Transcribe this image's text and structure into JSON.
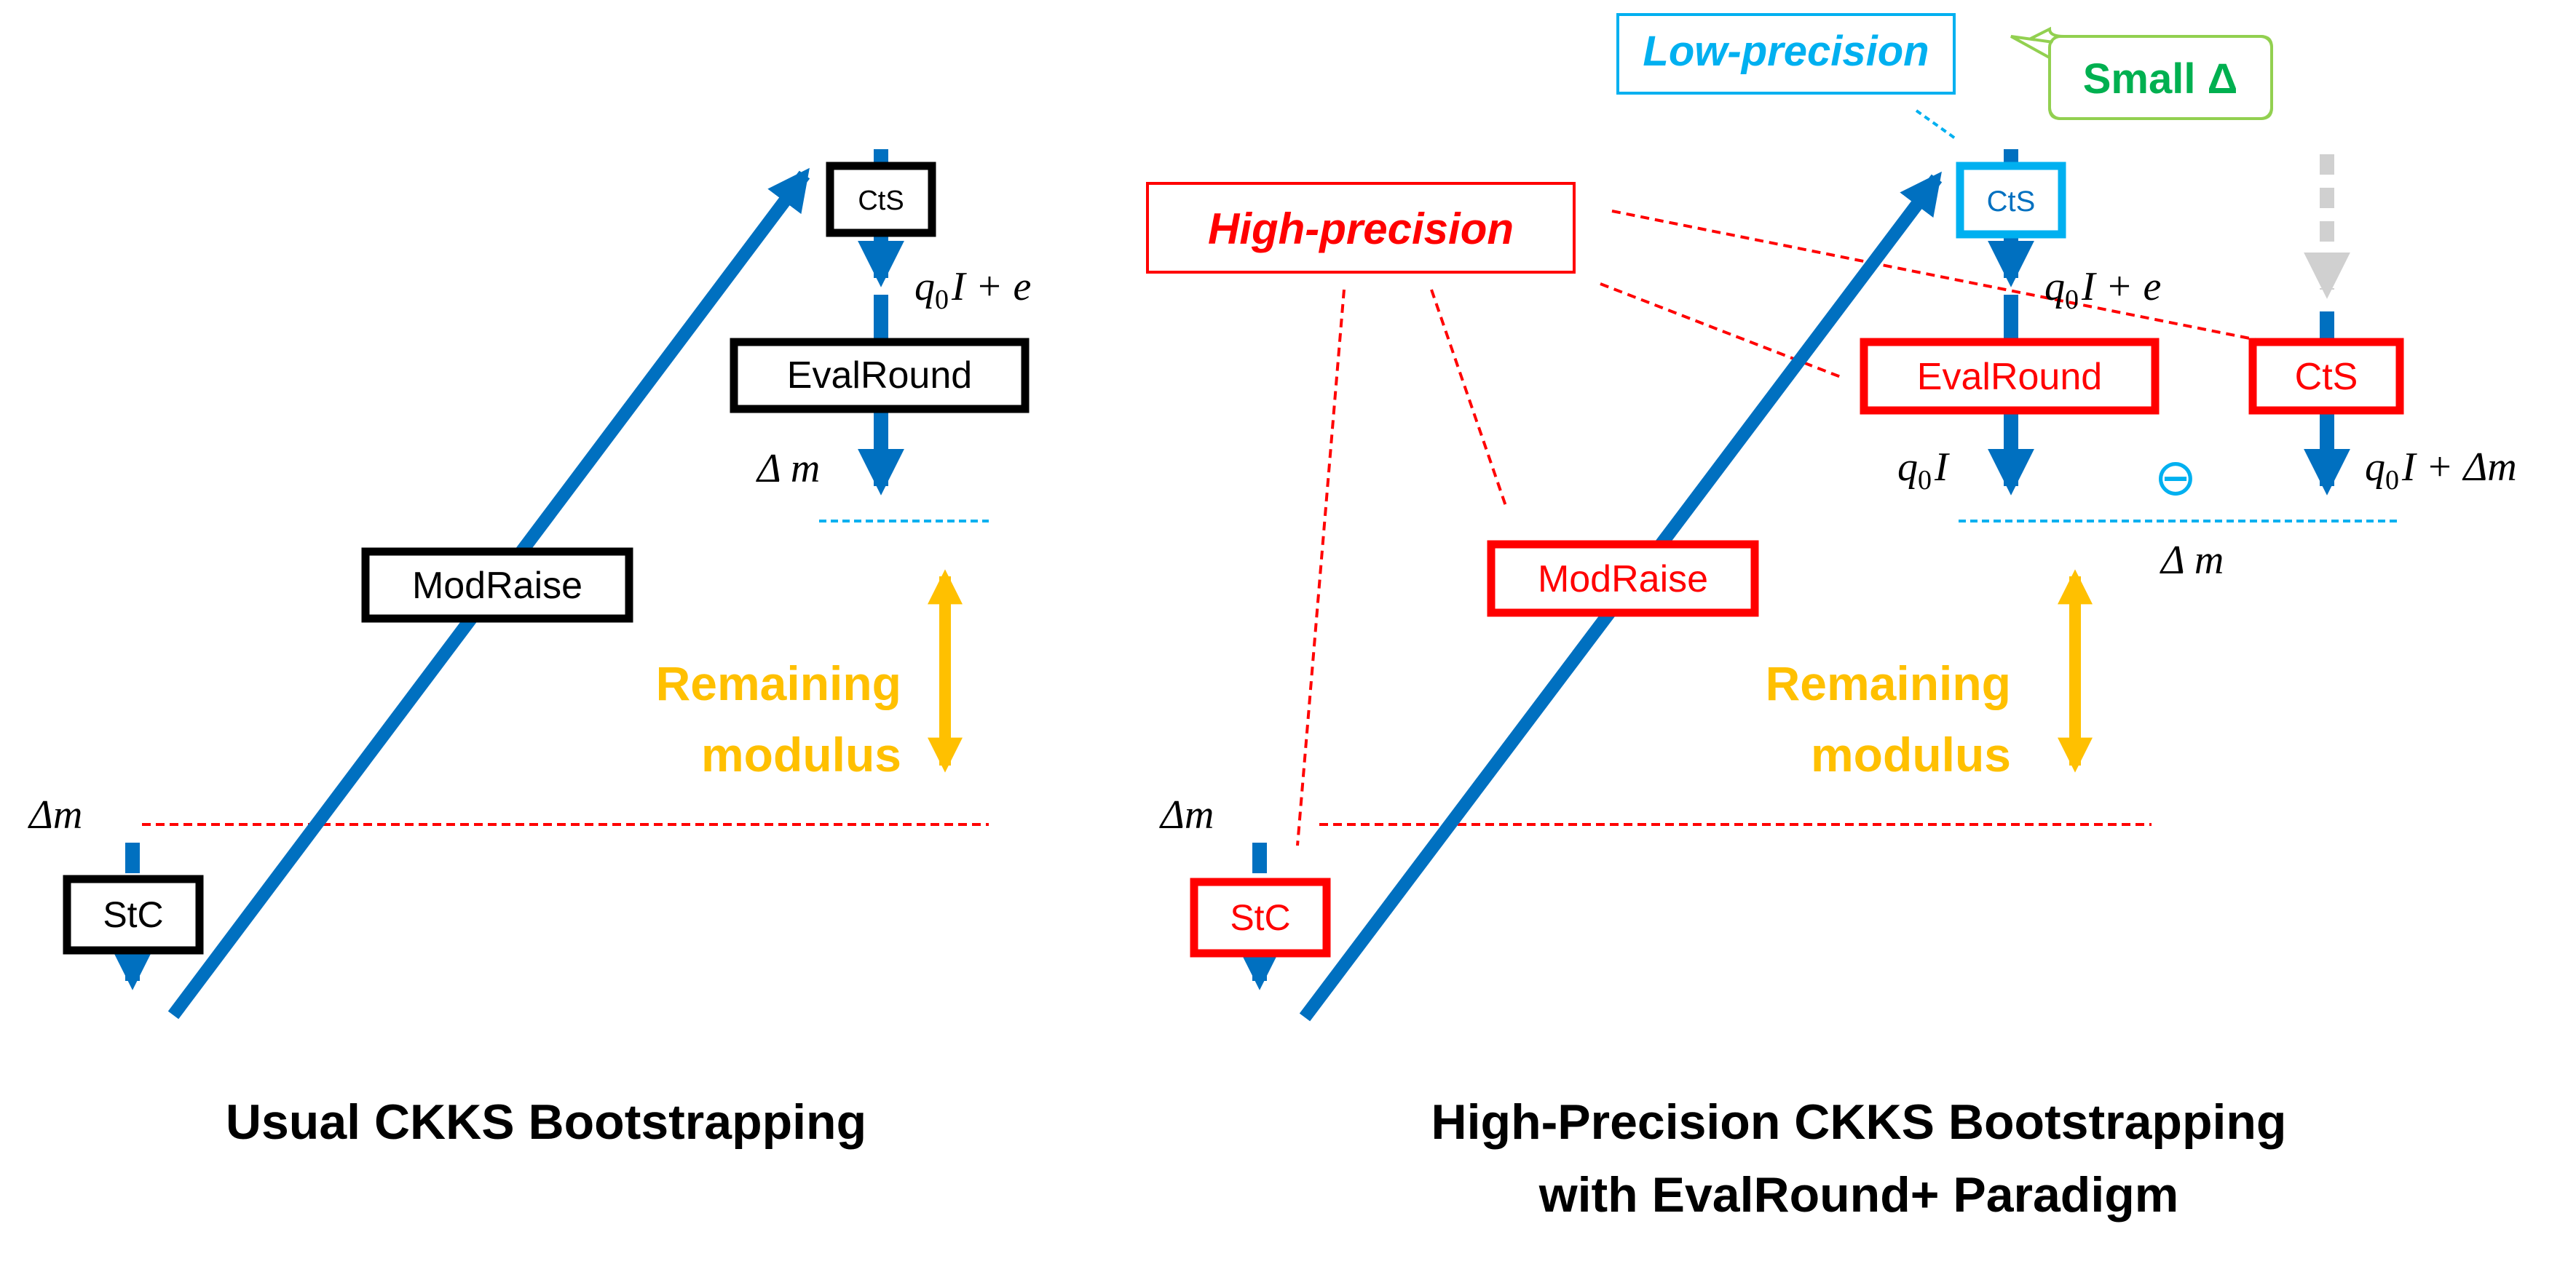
{
  "left_panel": {
    "title": "Usual CKKS Bootstrapping",
    "boxes": {
      "cts": "CtS",
      "evalround": "EvalRound",
      "modraise": "ModRaise",
      "stc": "StC"
    },
    "labels": {
      "q0_var": "q",
      "q0_sub": "0",
      "q0_rest": "I + e",
      "delta_m_top": "Δ m",
      "delta_m_bottom": "Δm",
      "remaining_line1": "Remaining",
      "remaining_line2": "modulus"
    }
  },
  "right_panel": {
    "title_line1": "High-Precision CKKS Bootstrapping",
    "title_line2": "with EvalRound+ Paradigm",
    "boxes": {
      "cts_low": "CtS",
      "evalround": "EvalRound",
      "cts_high": "CtS",
      "modraise": "ModRaise",
      "stc": "StC"
    },
    "callouts": {
      "low_precision": "Low-precision",
      "small_delta": "Small Δ",
      "high_precision": "High-precision"
    },
    "labels": {
      "q0_var": "q",
      "q0_sub": "0",
      "q0_rest_e": "I + e",
      "q0_rest_plain": "I",
      "q0_rest_dm": "I + Δm",
      "minus_symbol": "⊖",
      "delta_m_mid": "Δ m",
      "delta_m_bottom": "Δm",
      "remaining_line1": "Remaining",
      "remaining_line2": "modulus"
    }
  },
  "colors": {
    "blue_arrow": "#0070C0",
    "black": "#000000",
    "red": "#FF0000",
    "light_blue": "#00B0F0",
    "green": "#00B050",
    "green_border": "#92D050",
    "orange": "#FFC000",
    "gray": "#D0D0D0"
  }
}
